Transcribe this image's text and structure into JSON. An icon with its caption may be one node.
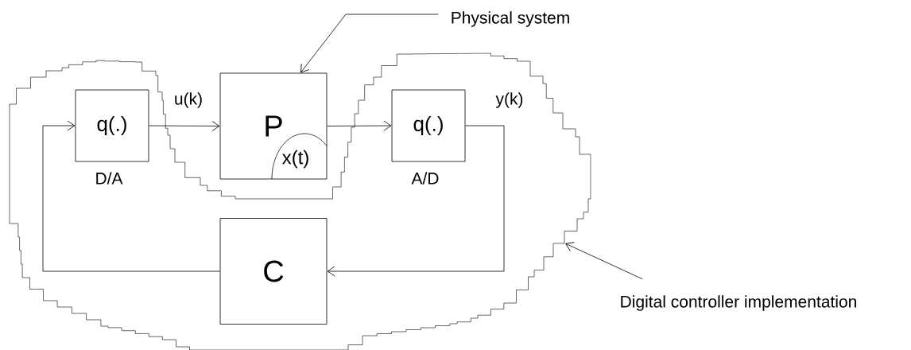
{
  "diagram": {
    "nodes": [
      {
        "text": [
          "Physical system"
        ]
      },
      {
        "text": [
          "q(.)"
        ],
        "beside": [
          "D/A"
        ]
      },
      {
        "text": [
          "P"
        ]
      },
      {
        "text": [
          "x(t)"
        ],
        "in": 2
      },
      {
        "text": [
          "q(.)"
        ],
        "beside": [
          "A/D"
        ]
      },
      {
        "text": [
          "C"
        ]
      },
      {
        "text": [
          "Digital controller implementation"
        ]
      }
    ],
    "edges": [
      {
        "from": 1,
        "to": 2,
        "arrow": "to",
        "label": "u(k)"
      },
      {
        "from": 2,
        "to": 4,
        "arrow": "to"
      },
      {
        "from": 4,
        "to": 5,
        "arrow": "to",
        "label": "y(k)"
      },
      {
        "from": 5,
        "to": 1,
        "arrow": "to"
      },
      {
        "from": 0,
        "to": 2,
        "arrow": "to"
      },
      {
        "from": 6,
        "to": null,
        "arrow": "to"
      }
    ]
  }
}
